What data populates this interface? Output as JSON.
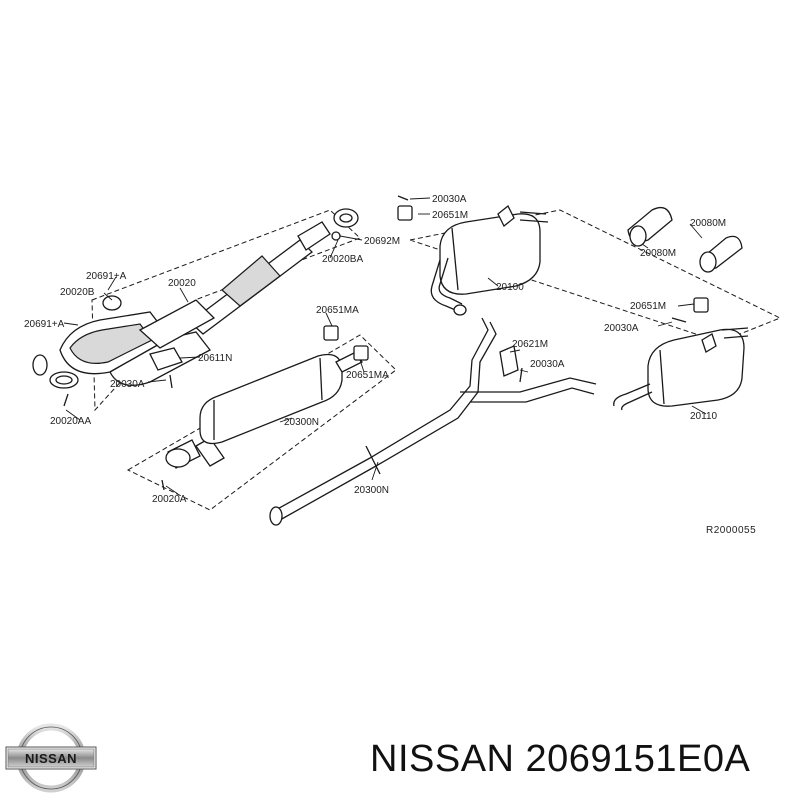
{
  "diagram": {
    "parts": {
      "p20030A_top": "20030A",
      "p20651M_top": "20651M",
      "p20692M": "20692M",
      "p20020BA": "20020BA",
      "p20691A_a": "20691+A",
      "p20020B": "20020B",
      "p20020": "20020",
      "p20691A_b": "20691+A",
      "p20611N": "20611N",
      "p20030A_left": "20030A",
      "p20020AA": "20020AA",
      "p20651MA_top": "20651MA",
      "p20651MA_bot": "20651MA",
      "p20300N_a": "20300N",
      "p20300N_b": "20300N",
      "p20020A": "20020A",
      "p20100": "20100",
      "p20621M": "20621M",
      "p20030A_mid": "20030A",
      "p20080M_a": "20080M",
      "p20080M_b": "20080M",
      "p20651M_right": "20651M",
      "p20030A_right": "20030A",
      "p20110": "20110"
    },
    "ref_code": "R2000055"
  },
  "brand": {
    "logo_text": "NISSAN",
    "title": "NISSAN 2069151E0A"
  }
}
